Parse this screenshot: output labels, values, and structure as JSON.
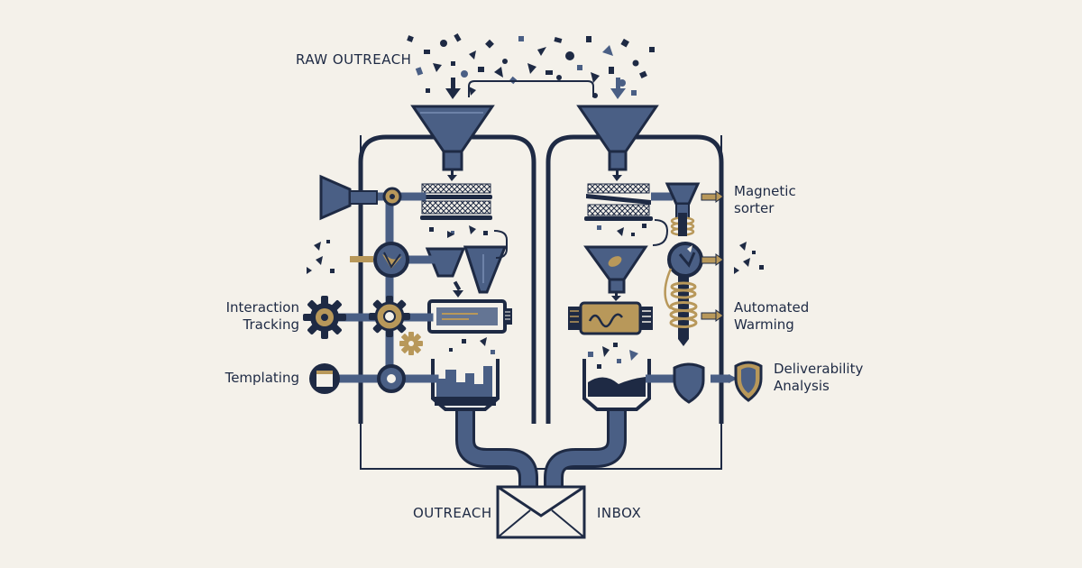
{
  "labels": {
    "raw_outreach": "RAW OUTREACH",
    "magnetic_sorter": [
      "Magnetic",
      "sorter"
    ],
    "interaction_tracking": [
      "Interaction",
      "Tracking"
    ],
    "automated_warming": [
      "Automated",
      "Warming"
    ],
    "templating": "Templating",
    "deliverability_analysis": [
      "Deliverability",
      "Analysis"
    ],
    "outreach": "OUTREACH",
    "inbox": "INBOX"
  },
  "colors": {
    "background": "#f4f1ea",
    "navy": "#1e2a44",
    "steel_blue": "#4a5f85",
    "gold": "#b8985a",
    "light_blue": "#6d82a8"
  },
  "icons": [
    "funnel-icon",
    "mesh-filter-icon",
    "gear-icon",
    "valve-icon",
    "shield-icon",
    "envelope-icon",
    "magnet-icon",
    "coil-icon",
    "hopper-icon",
    "template-card-icon",
    "megaphone-icon",
    "arrow-down-icon"
  ]
}
